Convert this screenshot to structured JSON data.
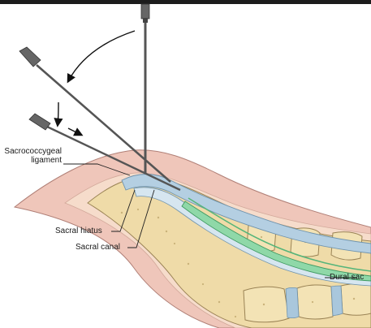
{
  "labels": {
    "sacrococcygeal_line1": "Sacrococcygeal",
    "sacrococcygeal_line2": "ligament",
    "sacral_hiatus": "Sacral hiatus",
    "sacral_canal": "Sacral canal",
    "dural_sac": "Dural sac"
  },
  "colors": {
    "skin": "#ecc0b4",
    "bone": "#efdba8",
    "ligament": "#a9c7dc",
    "dural_sac": "#8fd8a8",
    "needle": "#555555"
  }
}
